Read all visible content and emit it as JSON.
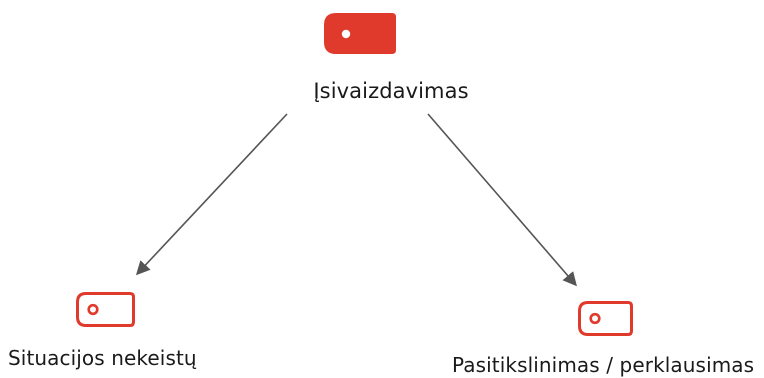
{
  "nodes": {
    "top": {
      "label": "Įsivaizdavimas",
      "icon": "tag-filled-icon"
    },
    "left": {
      "label": "Situacijos nekeistų",
      "icon": "tag-outline-icon"
    },
    "right": {
      "label": "Pasitikslinimas / perklausimas",
      "icon": "tag-outline-icon"
    }
  },
  "colors": {
    "accent": "#e03a2c",
    "arrow": "#555555",
    "text": "#1a1a1a",
    "background": "#ffffff"
  }
}
